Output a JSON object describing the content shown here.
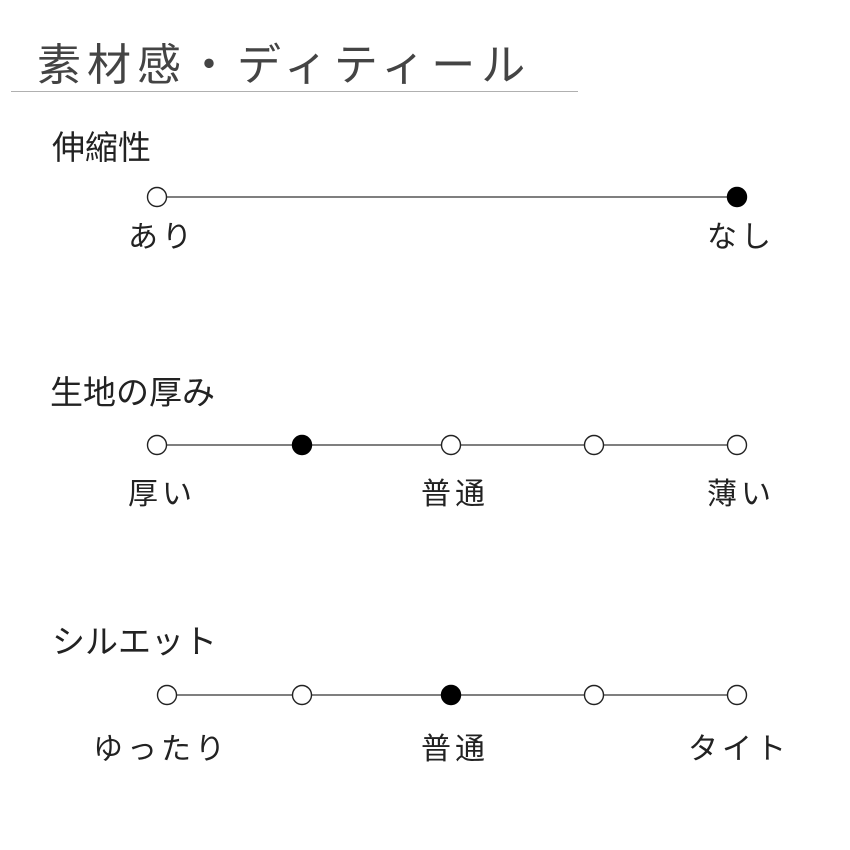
{
  "title": "素材感・ディティール",
  "sections": [
    {
      "label": "伸縮性",
      "points": 2,
      "selected_index": 1,
      "tick_labels": {
        "left": "あり",
        "right": "なし"
      }
    },
    {
      "label": "生地の厚み",
      "points": 5,
      "selected_index": 1,
      "tick_labels": {
        "left": "厚い",
        "center": "普通",
        "right": "薄い"
      }
    },
    {
      "label": "シルエット",
      "points": 5,
      "selected_index": 2,
      "tick_labels": {
        "left": "ゆったり",
        "center": "普通",
        "right": "タイト"
      }
    }
  ],
  "colors": {
    "line": "#555555",
    "dot_selected": "#000000",
    "dot_empty": "#ffffff",
    "rule": "#b0b0b0"
  }
}
